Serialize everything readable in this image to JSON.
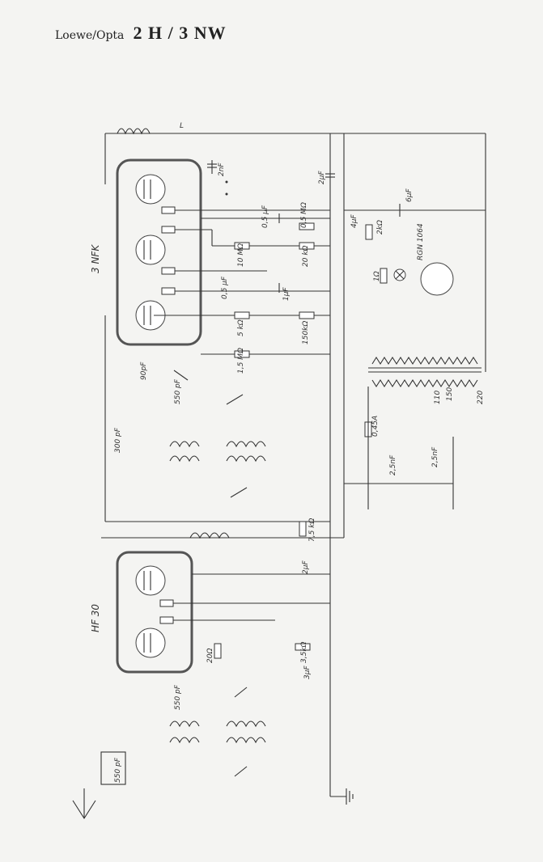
{
  "title": {
    "maker": "Loewe/Opta",
    "model": "2 H / 3 NW"
  },
  "blocks": {
    "upper_tube": "3 NFK",
    "lower_tube": "HF 30"
  },
  "components": {
    "c_2nF": "2nF",
    "c_2uF_top": "2µF",
    "c_4uF": "4µF",
    "c_6uF": "6µF",
    "r_2k": "2kΩ",
    "lamp_res": "1Ω",
    "rect_tube": "RGN 1064",
    "c_05uF": "0,5 µF",
    "r_05M": "0,5 MΩ",
    "r_10M": "10 MΩ",
    "r_20k": "20 kΩ",
    "c_05uF_b": "0,5 µF",
    "c_1uF": "1µF",
    "r_5k": "5 kΩ",
    "r_150k": "150kΩ",
    "c_90pF": "90pF",
    "c_550pF_a": "550 pF",
    "r_15M": "1,5 MΩ",
    "c_300pF": "300 pF",
    "fuse": "0,45A",
    "c_25nF_a": "2,5nF",
    "c_25nF_b": "2,5nF",
    "v110": "110",
    "v150": "150",
    "v220": "220",
    "r_75k": "7,5 kΩ",
    "c_2uF_mid": "2µF",
    "r_20": "20Ω",
    "r_35k": "3,5kΩ",
    "c_3uF": "3µF",
    "c_550pF_b": "550 pF",
    "c_550pF_c": "550 pF"
  }
}
